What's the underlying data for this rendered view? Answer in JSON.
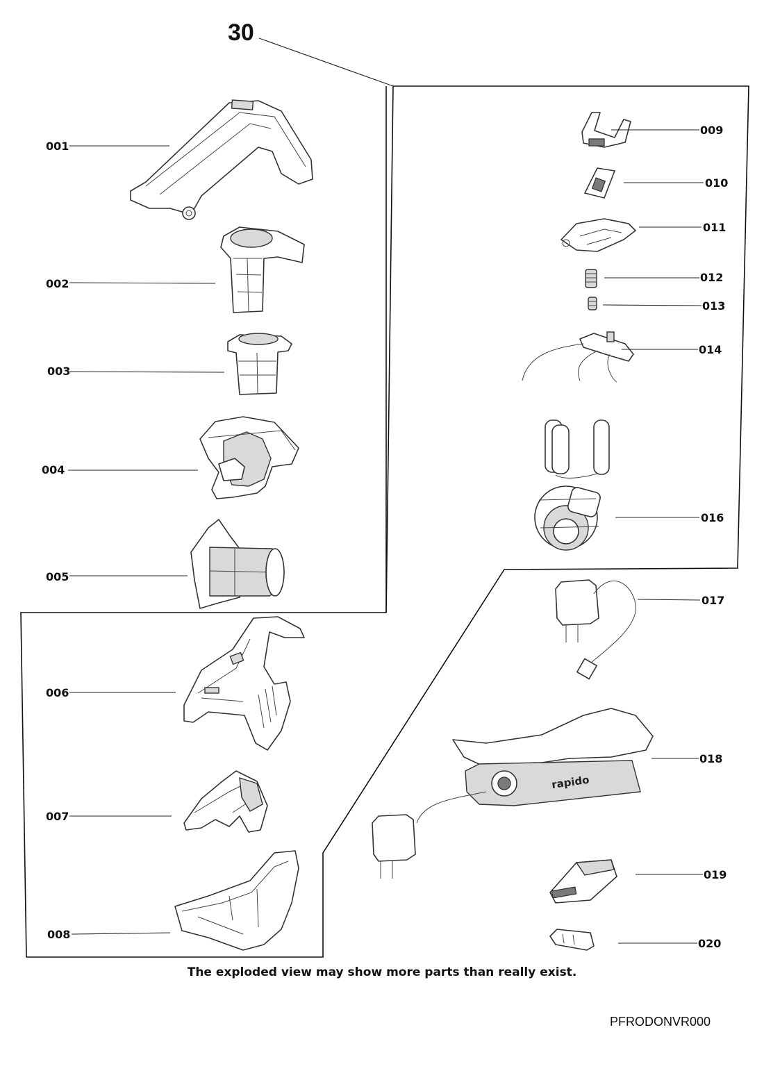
{
  "group_number": "30",
  "parts": [
    {
      "ref": "001"
    },
    {
      "ref": "002"
    },
    {
      "ref": "003"
    },
    {
      "ref": "004"
    },
    {
      "ref": "005"
    },
    {
      "ref": "006"
    },
    {
      "ref": "007"
    },
    {
      "ref": "008"
    },
    {
      "ref": "009"
    },
    {
      "ref": "010"
    },
    {
      "ref": "011"
    },
    {
      "ref": "012"
    },
    {
      "ref": "013"
    },
    {
      "ref": "014"
    },
    {
      "ref": "016"
    },
    {
      "ref": "017"
    },
    {
      "ref": "018"
    },
    {
      "ref": "019"
    },
    {
      "ref": "020"
    }
  ],
  "brand_text": "rapido",
  "note": "The exploded view may show more parts than really exist.",
  "document_code": "PFRODONVR000"
}
